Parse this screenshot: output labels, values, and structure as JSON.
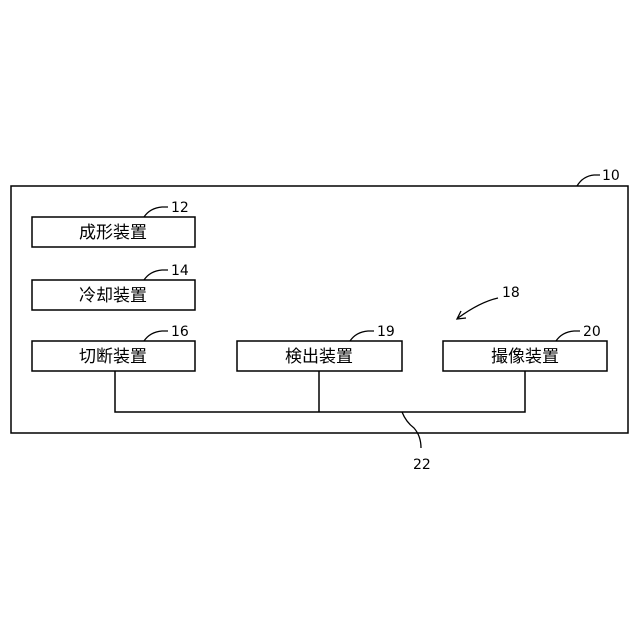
{
  "system": {
    "ref": "10"
  },
  "devices": [
    {
      "ref": "12",
      "label": "成形装置"
    },
    {
      "ref": "14",
      "label": "冷却装置"
    },
    {
      "ref": "16",
      "label": "切断装置"
    },
    {
      "ref": "19",
      "label": "検出装置"
    },
    {
      "ref": "20",
      "label": "撮像装置"
    }
  ],
  "group": {
    "ref": "18"
  },
  "bus": {
    "ref": "22"
  }
}
